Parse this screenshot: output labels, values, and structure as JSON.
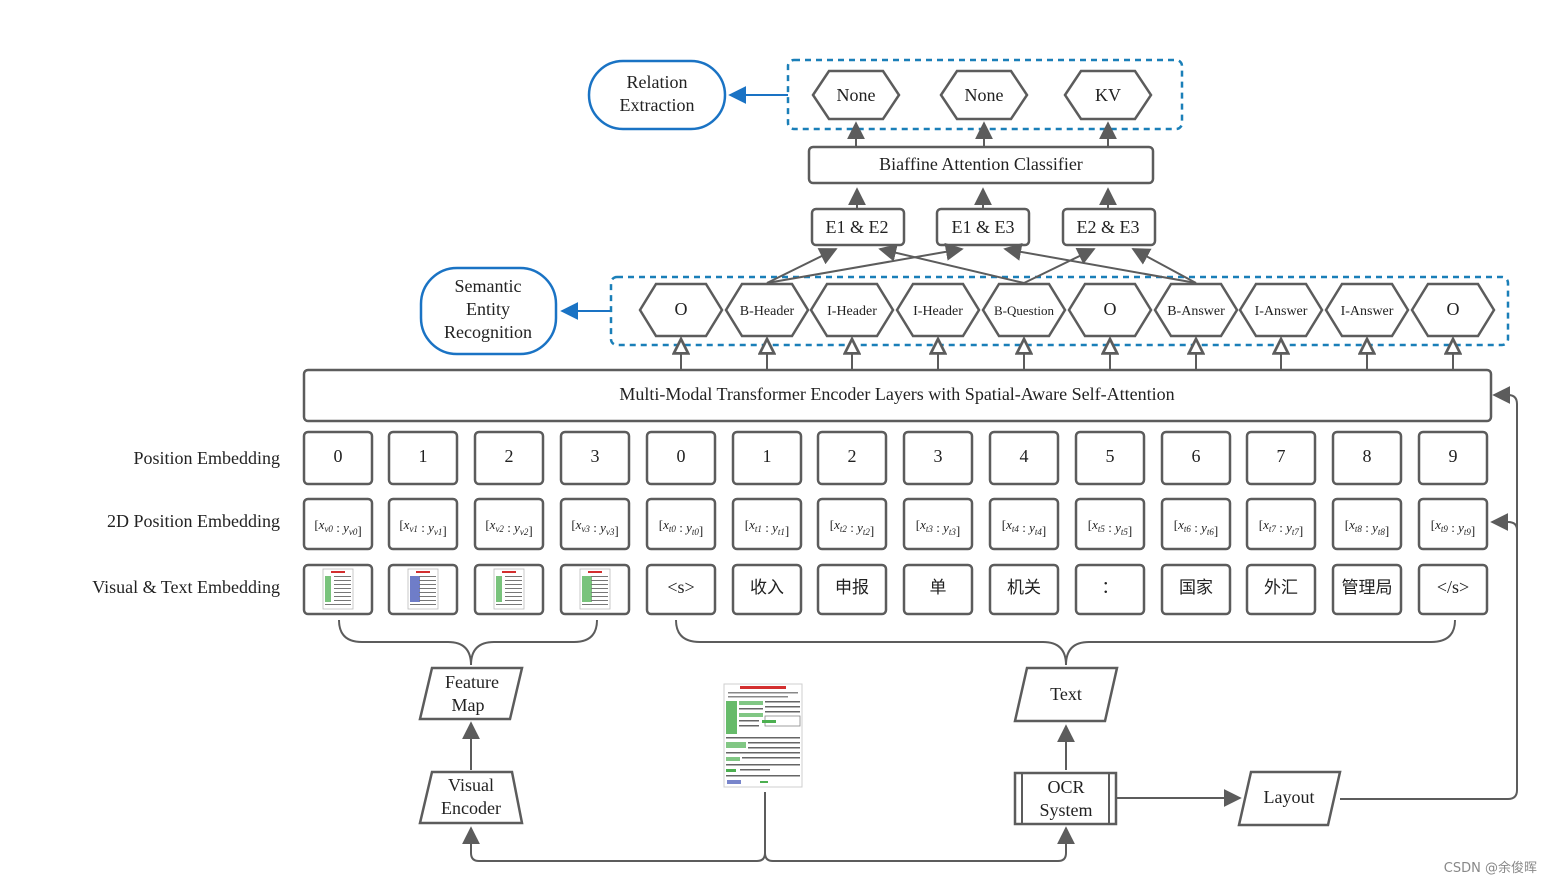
{
  "title": "",
  "relation_extraction": {
    "label_line1": "Relation",
    "label_line2": "Extraction",
    "outputs": [
      "None",
      "None",
      "KV"
    ]
  },
  "biaffine_classifier": "Biaffine Attention Classifier",
  "entity_pairs": [
    "E1 & E2",
    "E1 & E3",
    "E2 & E3"
  ],
  "semantic_entity_recognition": {
    "label_lines": [
      "Semantic",
      "Entity",
      "Recognition"
    ],
    "tags": [
      "O",
      "B-Header",
      "I-Header",
      "I-Header",
      "B-Question",
      "O",
      "B-Answer",
      "I-Answer",
      "I-Answer",
      "O"
    ]
  },
  "encoder": "Multi-Modal Transformer Encoder Layers with Spatial-Aware Self-Attention",
  "row_labels": {
    "position": "Position Embedding",
    "position_2d": "2D Position Embedding",
    "visual_text": "Visual & Text Embedding"
  },
  "position_values": [
    "0",
    "1",
    "2",
    "3",
    "0",
    "1",
    "2",
    "3",
    "4",
    "5",
    "6",
    "7",
    "8",
    "9"
  ],
  "position_2d": {
    "visual_subscripts": [
      "v0",
      "v1",
      "v2",
      "v3"
    ],
    "text_subscripts": [
      "t0",
      "t1",
      "t2",
      "t3",
      "t4",
      "t5",
      "t6",
      "t7",
      "t8",
      "t9"
    ]
  },
  "text_tokens": [
    "<s>",
    "收入",
    "申报",
    "单",
    "机关",
    "：",
    "国家",
    "外汇",
    "管理局",
    "</s>"
  ],
  "pipeline": {
    "feature_map_lines": [
      "Feature",
      "Map"
    ],
    "visual_encoder_lines": [
      "Visual",
      "Encoder"
    ],
    "text": "Text",
    "ocr_lines": [
      "OCR",
      "System"
    ],
    "layout": "Layout"
  },
  "watermark": "CSDN @余俊晖",
  "colors": {
    "stroke": "#5c5c5c",
    "accent_blue": "#1a73c4",
    "dashed_blue": "#1a7fb8",
    "doc_green": "#4caf50",
    "doc_red": "#d32f2f",
    "doc_blue": "#3f51b5"
  }
}
